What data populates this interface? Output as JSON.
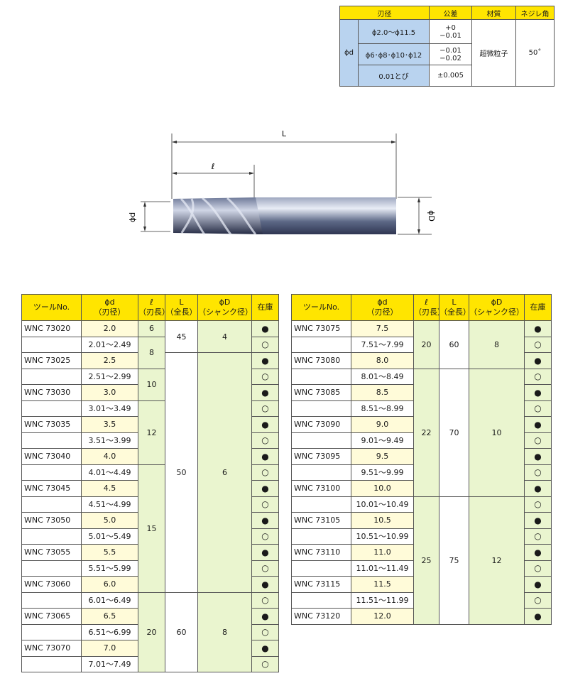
{
  "spec": {
    "headers": [
      "刃径",
      "公差",
      "材質",
      "ネジレ角"
    ],
    "row_label": "ϕd",
    "rows": [
      {
        "diameter": "ϕ2.0～ϕ11.5",
        "tol_a": "+0",
        "tol_b": "−0.01"
      },
      {
        "diameter": "ϕ6･ϕ8･ϕ10･ϕ12",
        "tol_a": "−0.01",
        "tol_b": "−0.02"
      },
      {
        "diameter": "0.01とび",
        "tol_a": "±0.005",
        "tol_b": ""
      }
    ],
    "material": "超微粒子",
    "helix": "50˚"
  },
  "diagram": {
    "L": "L",
    "l": "ℓ",
    "d": "ϕd",
    "D": "ϕD"
  },
  "table_headers": {
    "tool": "ツールNo.",
    "d1": "ϕd",
    "d2": "（刃径）",
    "l1": "ℓ",
    "l2": "（刃長）",
    "L1": "L",
    "L2": "（全長）",
    "D1": "ϕD",
    "D2": "（シャンク径）",
    "stock": "在庫"
  },
  "stock_symbols": {
    "yes": "●",
    "no": "○"
  },
  "left": {
    "rows": [
      {
        "no": "WNC  73020",
        "d": "2.0",
        "stock": "●"
      },
      {
        "no": "",
        "d": "2.01～2.49",
        "stock": "○"
      },
      {
        "no": "WNC  73025",
        "d": "2.5",
        "stock": "●"
      },
      {
        "no": "",
        "d": "2.51～2.99",
        "stock": "○"
      },
      {
        "no": "WNC  73030",
        "d": "3.0",
        "stock": "●"
      },
      {
        "no": "",
        "d": "3.01～3.49",
        "stock": "○"
      },
      {
        "no": "WNC  73035",
        "d": "3.5",
        "stock": "●"
      },
      {
        "no": "",
        "d": "3.51～3.99",
        "stock": "○"
      },
      {
        "no": "WNC  73040",
        "d": "4.0",
        "stock": "●"
      },
      {
        "no": "",
        "d": "4.01～4.49",
        "stock": "○"
      },
      {
        "no": "WNC  73045",
        "d": "4.5",
        "stock": "●"
      },
      {
        "no": "",
        "d": "4.51～4.99",
        "stock": "○"
      },
      {
        "no": "WNC  73050",
        "d": "5.0",
        "stock": "●"
      },
      {
        "no": "",
        "d": "5.01～5.49",
        "stock": "○"
      },
      {
        "no": "WNC  73055",
        "d": "5.5",
        "stock": "●"
      },
      {
        "no": "",
        "d": "5.51～5.99",
        "stock": "○"
      },
      {
        "no": "WNC  73060",
        "d": "6.0",
        "stock": "●"
      },
      {
        "no": "",
        "d": "6.01～6.49",
        "stock": "○"
      },
      {
        "no": "WNC  73065",
        "d": "6.5",
        "stock": "●"
      },
      {
        "no": "",
        "d": "6.51～6.99",
        "stock": "○"
      },
      {
        "no": "WNC  73070",
        "d": "7.0",
        "stock": "●"
      },
      {
        "no": "",
        "d": "7.01～7.49",
        "stock": "○"
      }
    ],
    "l_groups": [
      "6",
      "8",
      "10",
      "12",
      "15",
      "20"
    ],
    "L_groups": [
      "45",
      "50",
      "60"
    ],
    "D_groups": [
      "4",
      "6",
      "8"
    ]
  },
  "right": {
    "rows": [
      {
        "no": "WNC  73075",
        "d": "7.5",
        "stock": "●"
      },
      {
        "no": "",
        "d": "7.51～7.99",
        "stock": "○"
      },
      {
        "no": "WNC  73080",
        "d": "8.0",
        "stock": "●"
      },
      {
        "no": "",
        "d": "8.01～8.49",
        "stock": "○"
      },
      {
        "no": "WNC  73085",
        "d": "8.5",
        "stock": "●"
      },
      {
        "no": "",
        "d": "8.51～8.99",
        "stock": "○"
      },
      {
        "no": "WNC  73090",
        "d": "9.0",
        "stock": "●"
      },
      {
        "no": "",
        "d": "9.01～9.49",
        "stock": "○"
      },
      {
        "no": "WNC  73095",
        "d": "9.5",
        "stock": "●"
      },
      {
        "no": "",
        "d": "9.51～9.99",
        "stock": "○"
      },
      {
        "no": "WNC  73100",
        "d": "10.0",
        "stock": "●"
      },
      {
        "no": "",
        "d": "10.01～10.49",
        "stock": "○"
      },
      {
        "no": "WNC  73105",
        "d": "10.5",
        "stock": "●"
      },
      {
        "no": "",
        "d": "10.51～10.99",
        "stock": "○"
      },
      {
        "no": "WNC  73110",
        "d": "11.0",
        "stock": "●"
      },
      {
        "no": "",
        "d": "11.01～11.49",
        "stock": "○"
      },
      {
        "no": "WNC  73115",
        "d": "11.5",
        "stock": "●"
      },
      {
        "no": "",
        "d": "11.51～11.99",
        "stock": "○"
      },
      {
        "no": "WNC  73120",
        "d": "12.0",
        "stock": "●"
      }
    ],
    "l_groups": [
      "20",
      "22",
      "25"
    ],
    "L_groups": [
      "60",
      "70",
      "75"
    ],
    "D_groups": [
      "8",
      "10",
      "12"
    ]
  }
}
